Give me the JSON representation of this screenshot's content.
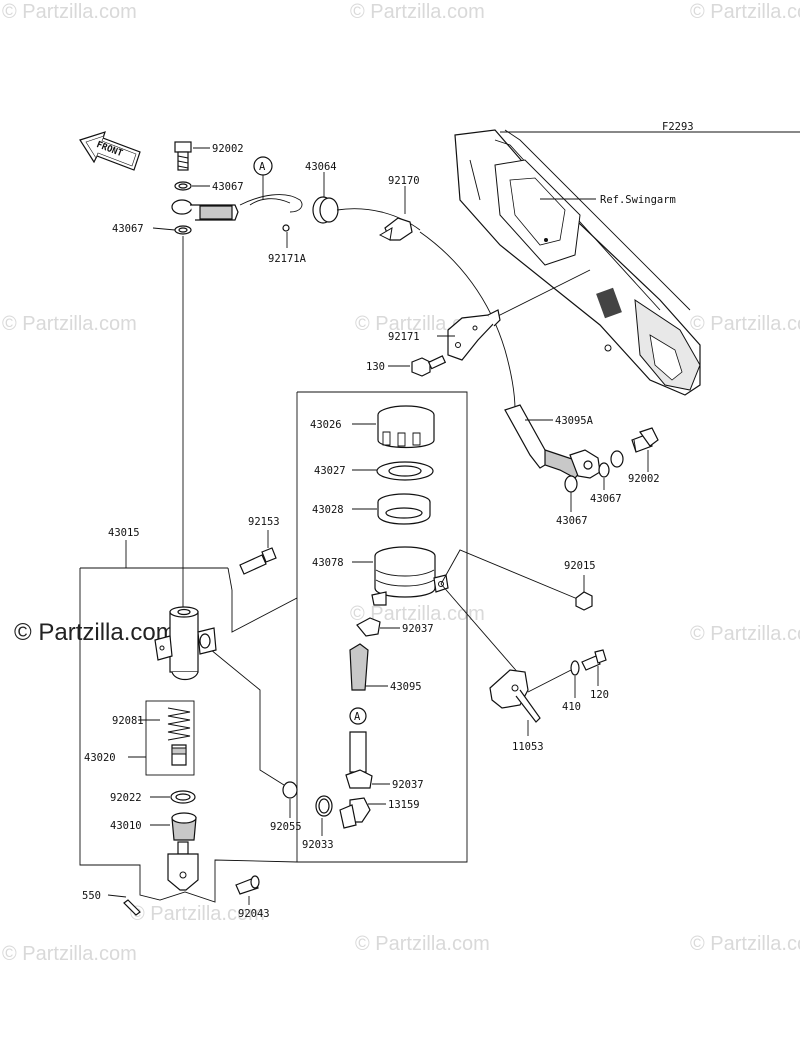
{
  "figure_code": "F2293",
  "front_label": "FRONT",
  "ref_swingarm": "Ref.Swingarm",
  "callout_a": "A",
  "watermark_text": "© Partzilla.com",
  "watermark_brand": "© Partzilla.com",
  "parts": {
    "p92002_top": "92002",
    "p43067_top1": "43067",
    "p43067_top2": "43067",
    "p43064": "43064",
    "p92171A": "92171A",
    "p92170": "92170",
    "p92171": "92171",
    "p130": "130",
    "p43095A": "43095A",
    "p92002_right": "92002",
    "p43067_right1": "43067",
    "p43067_right2": "43067",
    "p43026": "43026",
    "p43027": "43027",
    "p43028": "43028",
    "p43078": "43078",
    "p92015": "92015",
    "p92037_top": "92037",
    "p43095": "43095",
    "p92037_bot": "92037",
    "p13159": "13159",
    "p92033": "92033",
    "p92055": "92055",
    "p43015": "43015",
    "p92153": "92153",
    "p92081": "92081",
    "p43020": "43020",
    "p92022": "92022",
    "p43010": "43010",
    "p550": "550",
    "p92043": "92043",
    "p120": "120",
    "p410": "410",
    "p11053": "11053"
  }
}
